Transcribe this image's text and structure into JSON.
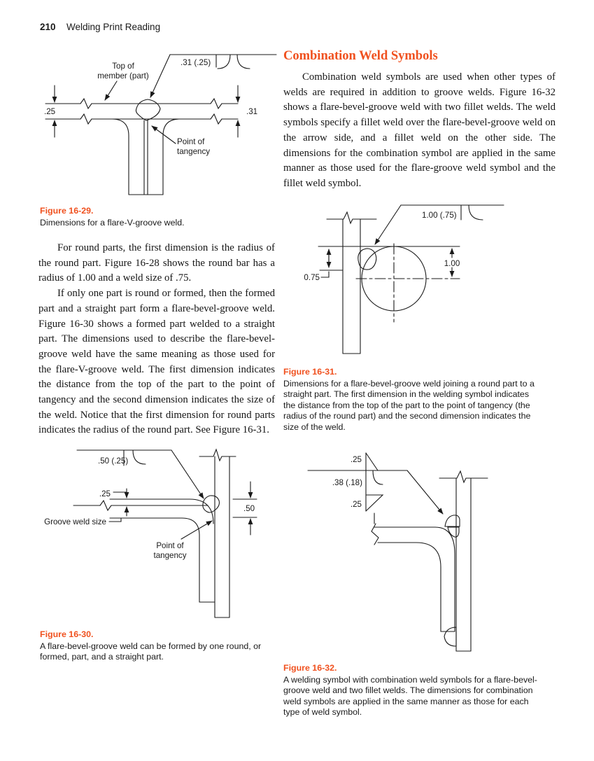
{
  "page_header": {
    "number": "210",
    "book_title": "Welding Print Reading"
  },
  "left_column": {
    "figure29": {
      "symbol_dim": ".31 (.25)",
      "label_top_l1": "Top of",
      "label_top_l2": "member (part)",
      "dim_left": ".25",
      "dim_right": ".31",
      "label_tan_l1": "Point of",
      "label_tan_l2": "tangency",
      "caption_title": "Figure 16-29.",
      "caption": "Dimensions for a flare-V-groove weld."
    },
    "para1": "For round parts, the first dimension is the radius of the round part. Figure 16-28 shows the round bar has a radius of 1.00 and a weld size of .75.",
    "para2": "If only one part is round or formed, then the formed part and a straight part form a flare-bevel-groove weld. Figure 16-30 shows a formed part welded to a straight part. The dimensions used to describe the flare-bevel-groove weld have the same meaning as those used for the flare-V-groove weld. The first dimension indicates the distance from the top of the part to the point of tangency and the second dimension indicates the size of the weld. Notice that the first dimension for round parts indicates the radius of the round part. See Figure 16-31.",
    "figure30": {
      "symbol_dim": ".50 (.25)",
      "dim_top": ".25",
      "label_groove": "Groove weld size",
      "dim_right": ".50",
      "label_tan_l1": "Point of",
      "label_tan_l2": "tangency",
      "caption_title": "Figure 16-30.",
      "caption": "A flare-bevel-groove weld can be formed by one round, or formed, part, and a straight part."
    }
  },
  "right_column": {
    "heading": "Combination Weld Symbols",
    "para": "Combination weld symbols are used when other types of welds are required in addition to groove welds. Figure 16-32 shows a flare-bevel-groove weld with two fillet welds. The weld symbols specify a fillet weld over the flare-bevel-groove weld on the arrow side, and a fillet weld on the other side. The dimensions for the combination symbol are applied in the same manner as those used for the flare-groove weld symbol and the fillet weld symbol.",
    "figure31": {
      "symbol_dim": "1.00 (.75)",
      "dim_radius": "1.00",
      "dim_tangency": "0.75",
      "caption_title": "Figure 16-31.",
      "caption": "Dimensions for a flare-bevel-groove weld joining a round part to a straight part. The first dimension in the welding symbol indicates the distance from the top of the part to the point of tangency (the radius of the round part) and the second dimension indicates the size of the weld."
    },
    "figure32": {
      "fillet_top": ".25",
      "symbol_dim": ".38 (.18)",
      "fillet_bottom": ".25",
      "caption_title": "Figure 16-32.",
      "caption": "A welding symbol with combination weld symbols for a flare-bevel-groove weld and two fillet welds. The dimensions for combination weld symbols are applied in the same manner as those for each type of weld symbol."
    }
  }
}
